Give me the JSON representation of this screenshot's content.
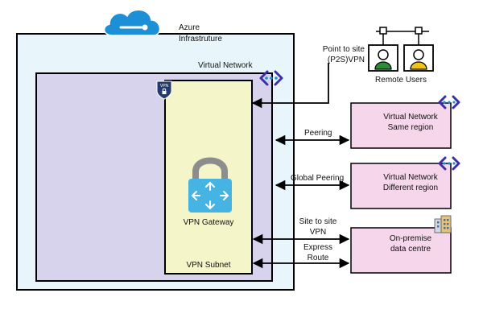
{
  "azure": {
    "title_line1": "Azure",
    "title_line2": "Infrastruture"
  },
  "vnet": {
    "label": "Virtual Network"
  },
  "gateway": {
    "badge": "VPN",
    "label": "VPN Gateway",
    "subnet_label": "VPN Subnet"
  },
  "remote": {
    "p2s_line1": "Point to site",
    "p2s_line2": "(P2S)VPN",
    "users_label": "Remote Users"
  },
  "targets": [
    {
      "line1": "Virtual Network",
      "line2": "Same region"
    },
    {
      "line1": "Virtual Network",
      "line2": "Different region"
    },
    {
      "line1": "On-premise",
      "line2": "data centre"
    }
  ],
  "connections": {
    "peering": "Peering",
    "global_peering": "Global Peering",
    "s2s_line1": "Site to site",
    "s2s_line2": "VPN",
    "er_line1": "Express",
    "er_line2": "Route"
  },
  "colors": {
    "azure_outer_fill": "#e8f6fc",
    "vnet_fill": "#d8d3ec",
    "subnet_fill": "#f4f5c8",
    "target_fill": "#f5d6ea",
    "azure_blue": "#1c8fd6",
    "lock_gray": "#8d8d8d",
    "gateway_tile": "#45b4e2",
    "vnet_icon": "#3b2fa8",
    "person_green": "#2e8b3a",
    "person_yellow": "#f0c419"
  }
}
